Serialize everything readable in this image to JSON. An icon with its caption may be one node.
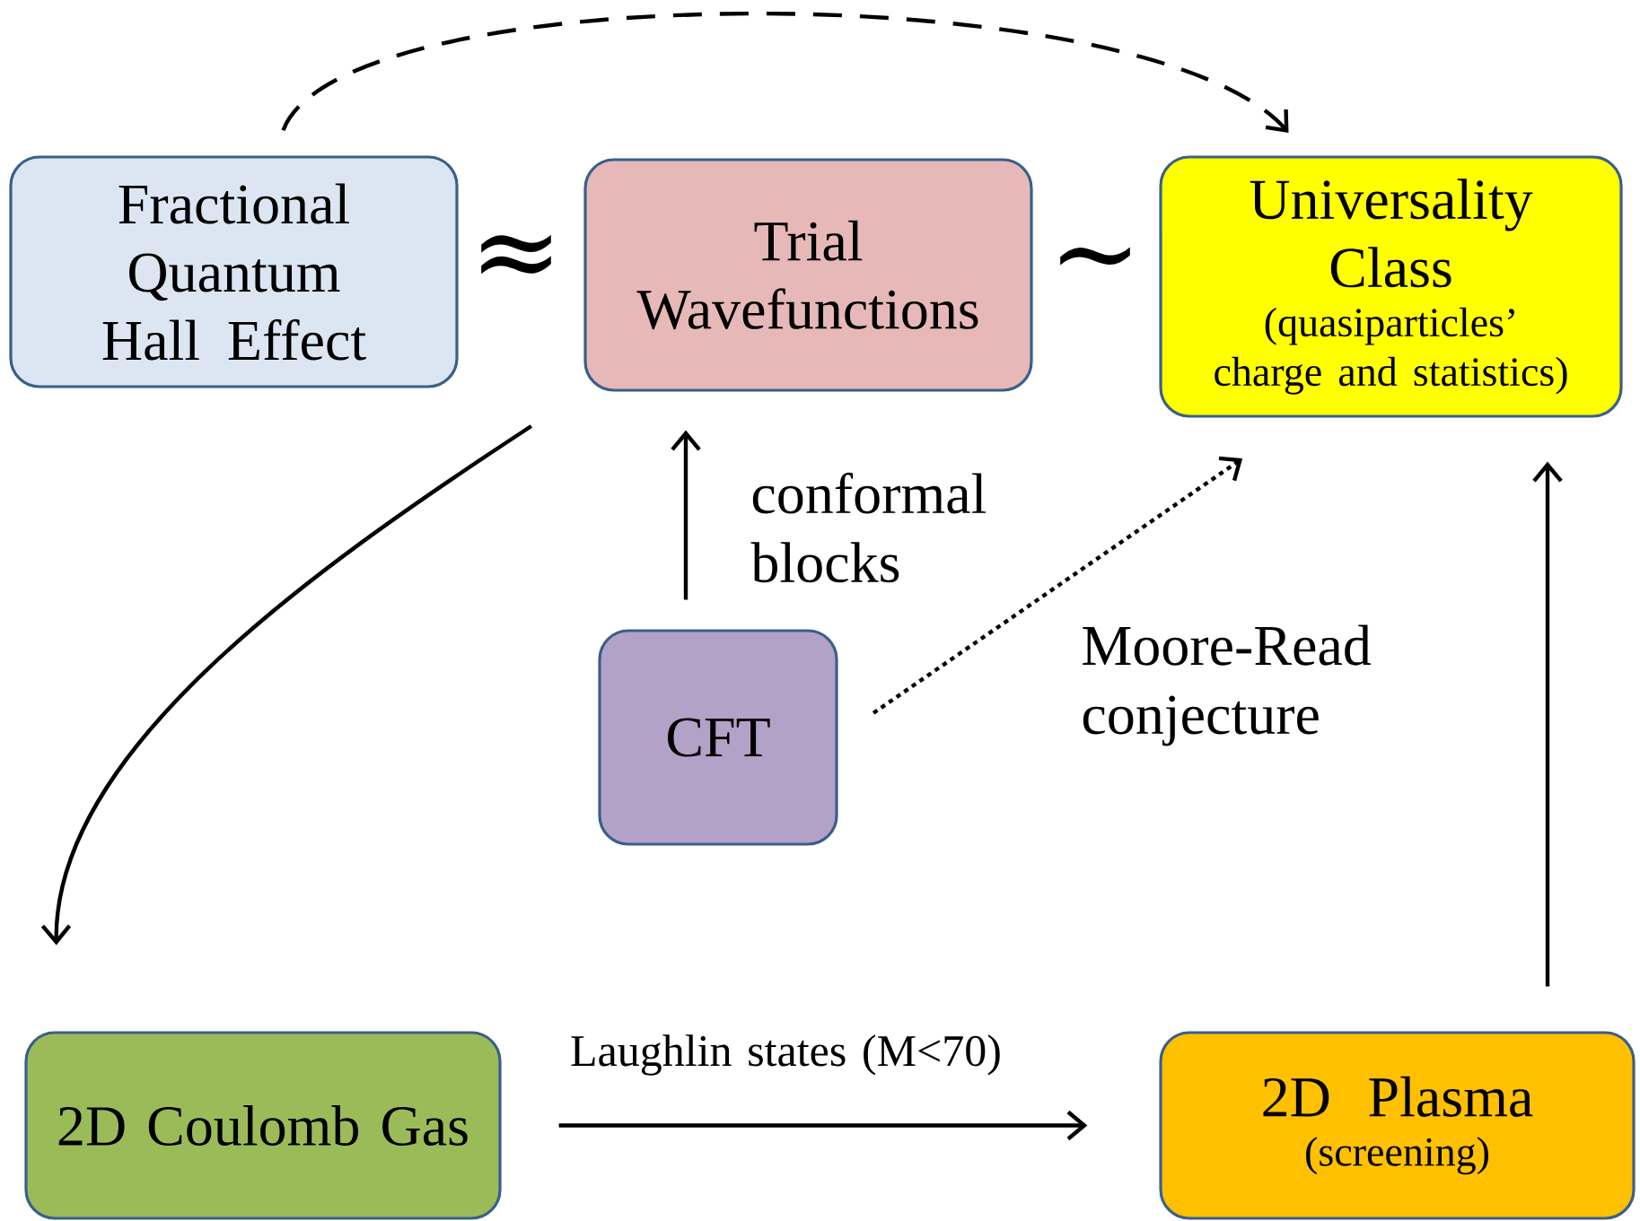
{
  "diagram": {
    "nodes": [
      {
        "text": [
          "Fractional Quantum Hall Effect"
        ]
      },
      {
        "text": [
          "Trial Wavefunctions"
        ]
      },
      {
        "text": [
          "Universality Class",
          "(quasiparticles’ charge and statistics)"
        ]
      },
      {
        "text": [
          "CFT"
        ]
      },
      {
        "text": [
          "2D Coulomb Gas"
        ]
      },
      {
        "text": [
          "2D Plasma",
          "(screening)"
        ]
      }
    ],
    "edges": [
      {
        "from": 0,
        "to": 2,
        "arrow": "to",
        "style": "dashed"
      },
      {
        "from": 1,
        "to": 4,
        "arrow": "to"
      },
      {
        "from": 3,
        "to": 1,
        "arrow": "to",
        "label": "conformal blocks"
      },
      {
        "from": 3,
        "to": 2,
        "arrow": "to",
        "style": "dashed",
        "label": "Moore-Read conjecture"
      },
      {
        "from": 4,
        "to": 5,
        "arrow": "to",
        "label": "Laughlin states (M<70)"
      },
      {
        "from": 5,
        "to": 2,
        "arrow": "to"
      }
    ],
    "labels": [
      "≈",
      "∼"
    ]
  }
}
